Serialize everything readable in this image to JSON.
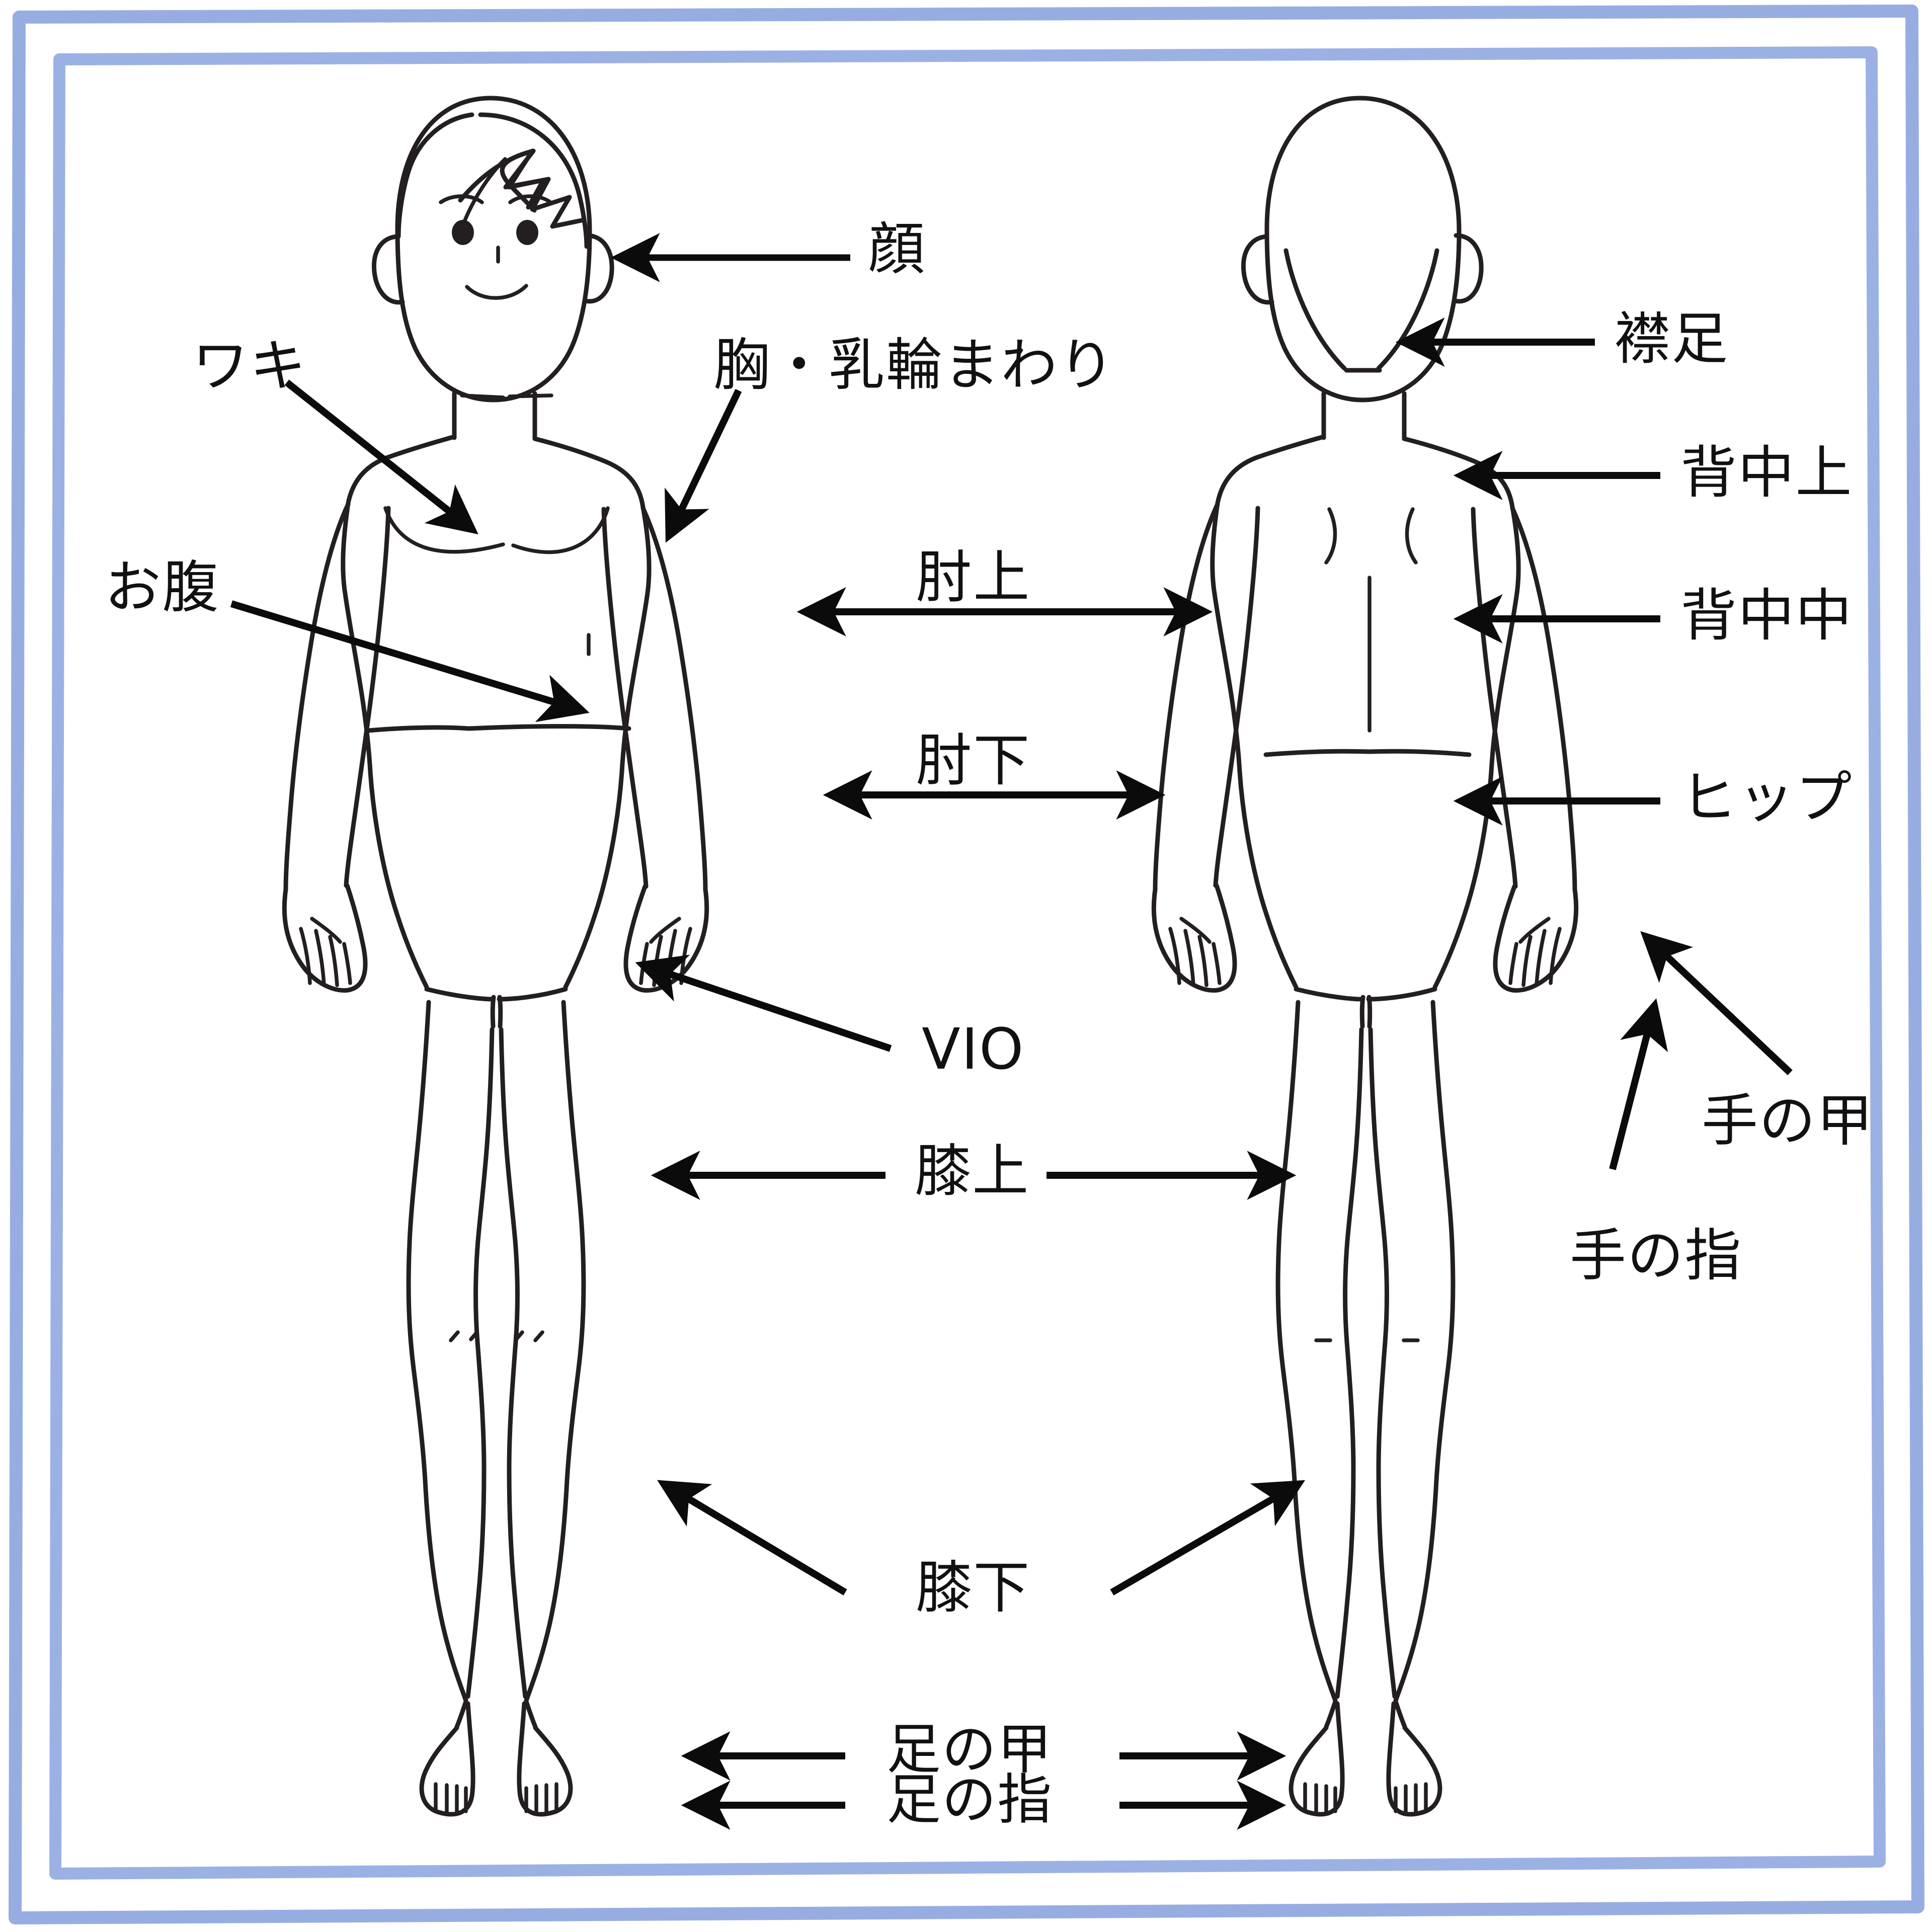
{
  "figure": {
    "title_present": false,
    "frame": {
      "style": "hand-drawn double rectangle border",
      "outer_color": "#97ade2",
      "inner_color": "#9cb1e3",
      "background": "#ffffff"
    },
    "views": [
      {
        "name": "front-view-body",
        "side": "left",
        "description": "front view of a person with face, chest, abdomen"
      },
      {
        "name": "back-view-body",
        "side": "right",
        "description": "back view of a person showing nape, upper back, middle back, hips"
      }
    ]
  },
  "labels": [
    {
      "id": "kao",
      "text": "顔",
      "view": "front",
      "marker": "line",
      "anchor": "face"
    },
    {
      "id": "waki",
      "text": "ワキ",
      "view": "front",
      "marker": "arrow",
      "anchor": "armpit"
    },
    {
      "id": "mune",
      "text": "胸・乳輪まわり",
      "view": "front",
      "marker": "arrow",
      "anchor": "chest-areola"
    },
    {
      "id": "onaka",
      "text": "お腹",
      "view": "front",
      "marker": "arrow",
      "anchor": "abdomen"
    },
    {
      "id": "hijiue",
      "text": "肘上",
      "view": "front",
      "marker": "double-arrow",
      "anchor": "upper-arm"
    },
    {
      "id": "hijishita",
      "text": "肘下",
      "view": "front",
      "marker": "double-arrow",
      "anchor": "forearm"
    },
    {
      "id": "vio",
      "text": "VIO",
      "view": "front",
      "marker": "arrow",
      "anchor": "bikini-line"
    },
    {
      "id": "hizaue",
      "text": "膝上",
      "view": "both",
      "marker": "double-arrow",
      "anchor": "thigh"
    },
    {
      "id": "hizashita",
      "text": "膝下",
      "view": "both",
      "marker": "arrow",
      "anchor": "lower-leg"
    },
    {
      "id": "ashinokou",
      "text": "足の甲",
      "view": "both",
      "marker": "double-arrow",
      "anchor": "foot-top"
    },
    {
      "id": "ashinoyubi",
      "text": "足の指",
      "view": "both",
      "marker": "double-arrow",
      "anchor": "toes"
    },
    {
      "id": "eriashi",
      "text": "襟足",
      "view": "back",
      "marker": "arrow",
      "anchor": "nape"
    },
    {
      "id": "senakaue",
      "text": "背中上",
      "view": "back",
      "marker": "arrow",
      "anchor": "upper-back"
    },
    {
      "id": "senakanaka",
      "text": "背中中",
      "view": "back",
      "marker": "arrow",
      "anchor": "middle-back"
    },
    {
      "id": "hippu",
      "text": "ヒップ",
      "view": "back",
      "marker": "arrow",
      "anchor": "hip"
    },
    {
      "id": "tenokou",
      "text": "手の甲",
      "view": "back",
      "marker": "arrow",
      "anchor": "back-of-hand"
    },
    {
      "id": "tenoyubi",
      "text": "手の指",
      "view": "back",
      "marker": "arrow",
      "anchor": "fingers"
    }
  ],
  "colors": {
    "ink": "#1a1a1a",
    "frame_blue": "#97ade2",
    "paper": "#ffffff"
  }
}
